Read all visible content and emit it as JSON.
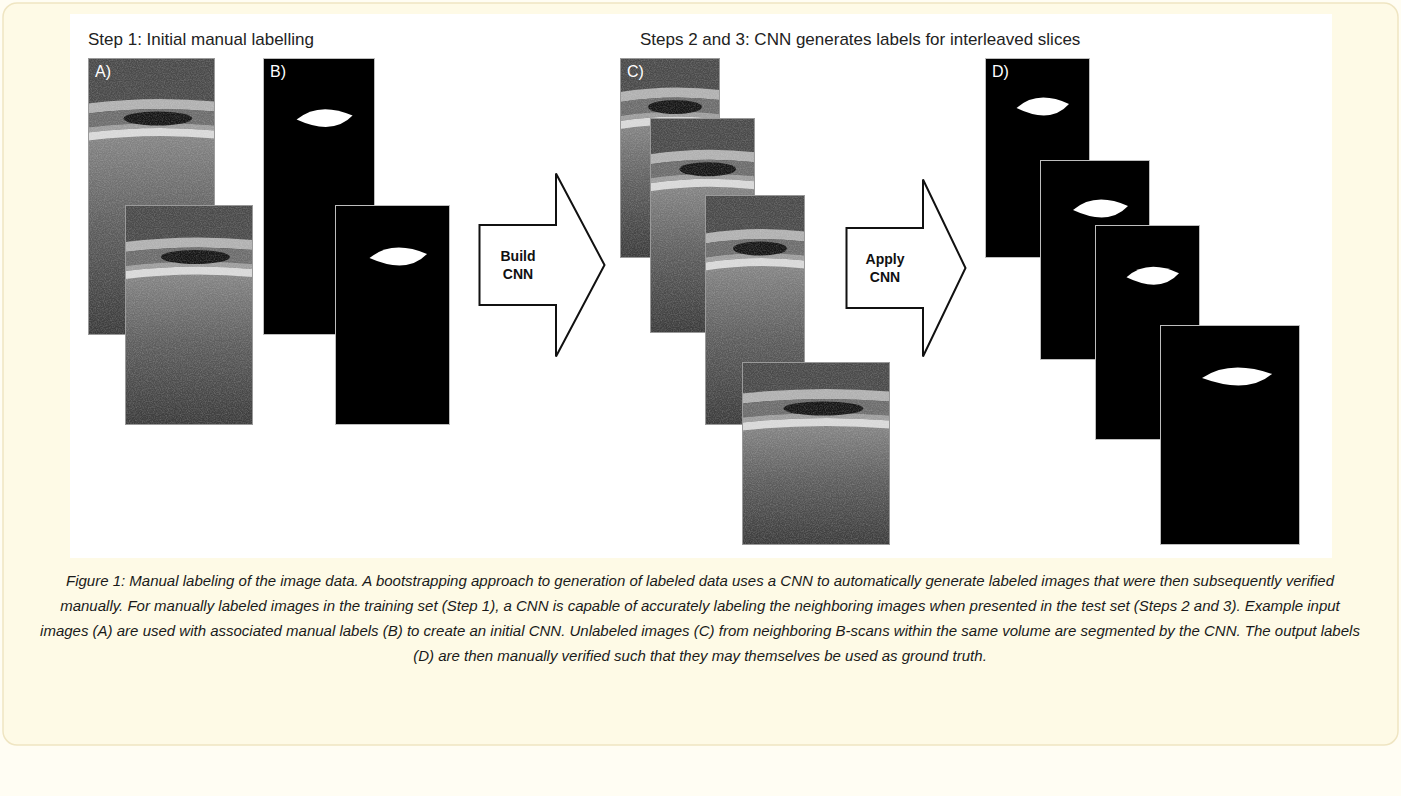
{
  "diagram": {
    "caption": "Figure 1: Manual labeling of the image data. A bootstrapping approach to generation of labeled data uses a CNN to automatically generate labeled images that were then subsequently verified manually. For manually labeled images in the training set (Step 1), a CNN is capable of accurately labeling the neighboring images when presented in the test set (Steps 2 and 3). Example input images (A) are used with associated manual labels (B) to create an initial CNN. Unlabeled images (C) from neighboring B-scans within the same volume are segmented by the CNN. The output labels (D) are then manually verified such that they may themselves be used as ground truth.",
    "nodes": [
      {
        "text": [
          "A)"
        ]
      },
      {
        "text": [
          "B)"
        ]
      },
      {
        "text": [
          "Build CNN"
        ]
      },
      {
        "text": [
          "C)"
        ]
      },
      {
        "text": [
          "Apply CNN"
        ]
      },
      {
        "text": [
          "D)"
        ]
      }
    ],
    "labels": [
      "Step 1: Initial manual labelling",
      "Steps 2 and 3: CNN generates labels for interleaved slices"
    ]
  }
}
